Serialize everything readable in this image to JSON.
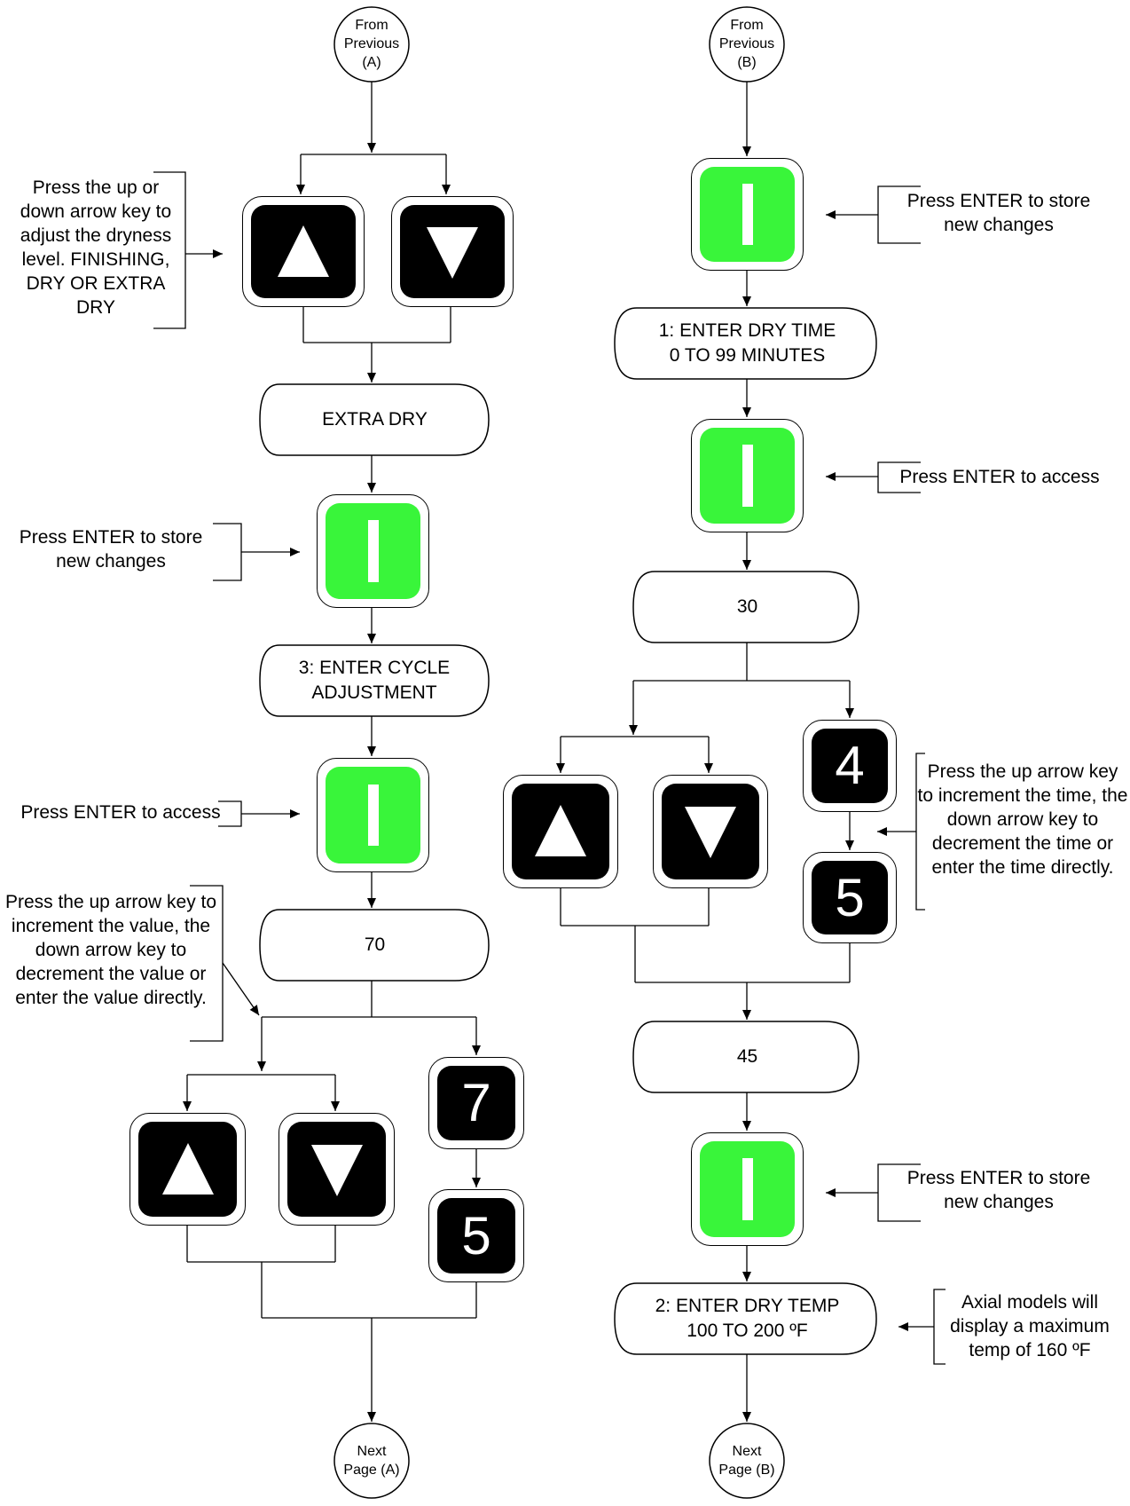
{
  "terminators": {
    "from_a": "From\nPrevious\n(A)",
    "from_b": "From\nPrevious\n(B)",
    "next_a": "Next\nPage (A)",
    "next_b": "Next\nPage (B)"
  },
  "left": {
    "note_dryness": "Press the up or down arrow key to adjust the dryness level. FINISHING, DRY OR EXTRA DRY",
    "display_dryness": "EXTRA DRY",
    "note_store": "Press ENTER to store new changes",
    "display_cycle": "3: ENTER CYCLE ADJUSTMENT",
    "note_access": "Press ENTER to access",
    "display_value": "70",
    "note_increment": "Press the up arrow key to increment the value, the down arrow key to decrement the value or enter the value directly.",
    "digit_1": "7",
    "digit_2": "5"
  },
  "right": {
    "note_store_1": "Press ENTER to store new changes",
    "display_time": "1: ENTER DRY TIME\n0 TO 99 MINUTES",
    "note_access": "Press ENTER to access",
    "display_value_1": "30",
    "note_increment": "Press the up arrow key to increment the time, the down arrow key to decrement the time or enter the time directly.",
    "digit_1": "4",
    "digit_2": "5",
    "display_value_2": "45",
    "note_store_2": "Press ENTER to store new changes",
    "display_temp": "2: ENTER DRY TEMP\n100 TO 200 ºF",
    "note_axial": "Axial models will display a maximum temp of 160 ºF"
  },
  "icons": {
    "up": "up-arrow-key-icon",
    "down": "down-arrow-key-icon",
    "enter": "enter-key-icon",
    "accent_green": "#39f53a"
  }
}
